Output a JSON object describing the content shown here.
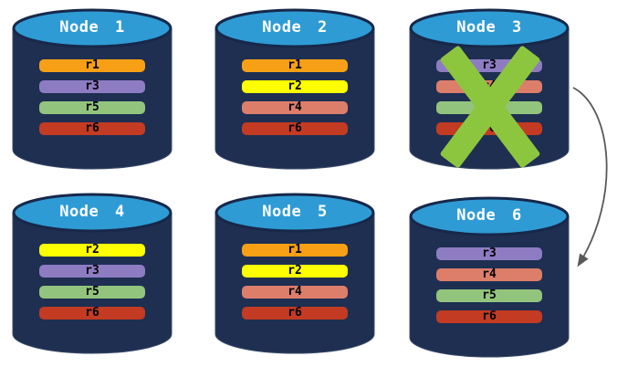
{
  "styles": {
    "background": "#FFFFFF",
    "cylinder_body": "#1E2F51",
    "cylinder_top": "#2E9BD5",
    "x_mark": "#8CC63F",
    "arrow": "#595959",
    "replica_colors": {
      "r1": "#F7A015",
      "r2": "#FFFF00",
      "r3": "#8E7CC3",
      "r4": "#DD7E6B",
      "r5": "#93C47D",
      "r6": "#C23B22"
    }
  },
  "diagram": {
    "failed_node": "Node 3",
    "arrow": {
      "from": "Node 3",
      "to": "Node 6"
    }
  },
  "nodes": [
    {
      "title": "Node 1",
      "replicas": [
        {
          "label": "r1",
          "color": "#F7A015"
        },
        {
          "label": "r3",
          "color": "#8E7CC3"
        },
        {
          "label": "r5",
          "color": "#93C47D"
        },
        {
          "label": "r6",
          "color": "#C23B22"
        }
      ]
    },
    {
      "title": "Node 2",
      "replicas": [
        {
          "label": "r1",
          "color": "#F7A015"
        },
        {
          "label": "r2",
          "color": "#FFFF00"
        },
        {
          "label": "r4",
          "color": "#DD7E6B"
        },
        {
          "label": "r6",
          "color": "#C23B22"
        }
      ]
    },
    {
      "title": "Node 3",
      "replicas": [
        {
          "label": "r3",
          "color": "#8E7CC3"
        },
        {
          "label": "r4",
          "color": "#DD7E6B"
        },
        {
          "label": "r5",
          "color": "#93C47D"
        },
        {
          "label": "r6",
          "color": "#C23B22"
        }
      ]
    },
    {
      "title": "Node 4",
      "replicas": [
        {
          "label": "r2",
          "color": "#FFFF00"
        },
        {
          "label": "r3",
          "color": "#8E7CC3"
        },
        {
          "label": "r5",
          "color": "#93C47D"
        },
        {
          "label": "r6",
          "color": "#C23B22"
        }
      ]
    },
    {
      "title": "Node 5",
      "replicas": [
        {
          "label": "r1",
          "color": "#F7A015"
        },
        {
          "label": "r2",
          "color": "#FFFF00"
        },
        {
          "label": "r4",
          "color": "#DD7E6B"
        },
        {
          "label": "r6",
          "color": "#C23B22"
        }
      ]
    },
    {
      "title": "Node 6",
      "replicas": [
        {
          "label": "r3",
          "color": "#8E7CC3"
        },
        {
          "label": "r4",
          "color": "#DD7E6B"
        },
        {
          "label": "r5",
          "color": "#93C47D"
        },
        {
          "label": "r6",
          "color": "#C23B22"
        }
      ]
    }
  ]
}
